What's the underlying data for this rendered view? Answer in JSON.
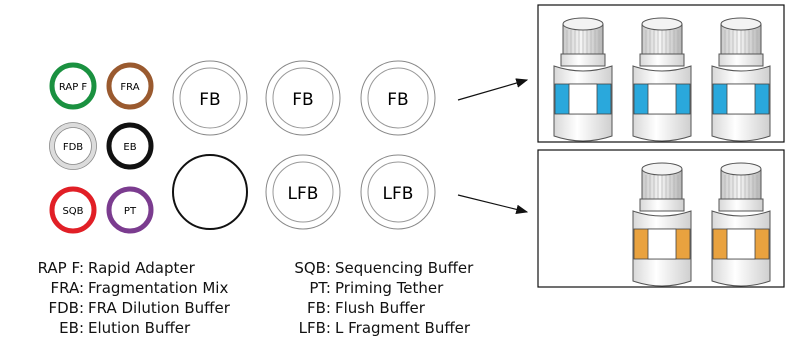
{
  "small_tubes": [
    {
      "label": "RAP F",
      "color": "#1a9140"
    },
    {
      "label": "FRA",
      "color": "#9a5a2f"
    },
    {
      "label": "FDB",
      "color": "#d9d9d9"
    },
    {
      "label": "EB",
      "color": "#111111"
    },
    {
      "label": "SQB",
      "color": "#e11f26"
    },
    {
      "label": "PT",
      "color": "#7b3c8f"
    }
  ],
  "large_tubes": [
    {
      "label": "FB"
    },
    {
      "label": "FB"
    },
    {
      "label": "FB"
    },
    {
      "label": ""
    },
    {
      "label": "LFB"
    },
    {
      "label": "LFB"
    }
  ],
  "bottle_groups": [
    {
      "count": 3,
      "label_color": "#2aa8dc"
    },
    {
      "count": 2,
      "label_color": "#e9a23f"
    }
  ],
  "legend_left": [
    {
      "abbr": "RAP F:",
      "name": "Rapid Adapter"
    },
    {
      "abbr": "FRA:",
      "name": "Fragmentation Mix"
    },
    {
      "abbr": "FDB:",
      "name": "FRA Dilution Buffer"
    },
    {
      "abbr": "EB:",
      "name": "Elution Buffer"
    }
  ],
  "legend_right": [
    {
      "abbr": "SQB:",
      "name": "Sequencing Buffer"
    },
    {
      "abbr": "PT:",
      "name": "Priming Tether"
    },
    {
      "abbr": "FB:",
      "name": "Flush Buffer"
    },
    {
      "abbr": "LFB:",
      "name": "L Fragment Buffer"
    }
  ]
}
